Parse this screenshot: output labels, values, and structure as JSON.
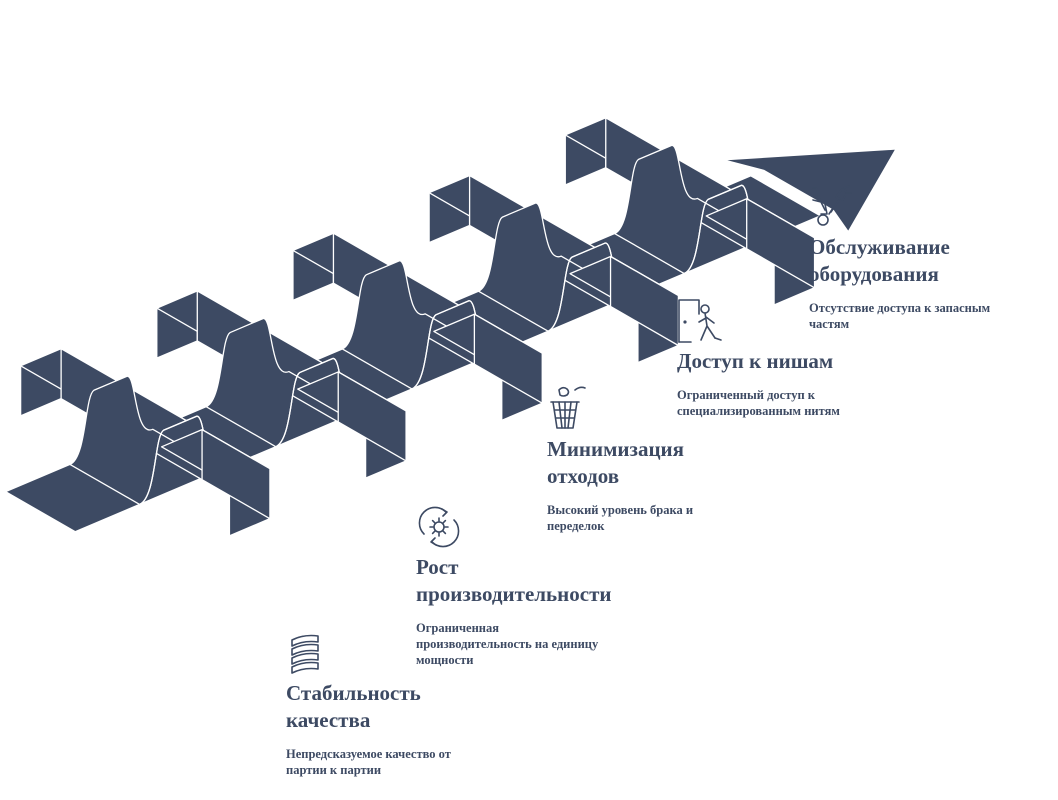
{
  "colors": {
    "primary": "#3d4a63",
    "edge": "#ffffff"
  },
  "steps": [
    {
      "icon": "layers-icon",
      "title_line1": "Стабильность",
      "title_line2": "качества",
      "desc_line1": "Непредсказуемое качество от",
      "desc_line2": "партии к партии",
      "desc_line3": ""
    },
    {
      "icon": "gear-cycle-icon",
      "title_line1": "Рост",
      "title_line2": "производительности",
      "desc_line1": "Ограниченная",
      "desc_line2": "производительность на единицу",
      "desc_line3": "мощности"
    },
    {
      "icon": "waste-basket-icon",
      "title_line1": "Минимизация",
      "title_line2": "отходов",
      "desc_line1": "Высокий уровень брака и",
      "desc_line2": "переделок",
      "desc_line3": ""
    },
    {
      "icon": "door-person-icon",
      "title_line1": "Доступ к нишам",
      "title_line2": "",
      "desc_line1": "Ограниченный доступ к",
      "desc_line2": "специализированным нитям",
      "desc_line3": ""
    },
    {
      "icon": "tools-icon",
      "title_line1": "Обслуживание",
      "title_line2": "оборудования",
      "desc_line1": "Отсутствие доступа к запасным",
      "desc_line2": "частям",
      "desc_line3": ""
    }
  ]
}
